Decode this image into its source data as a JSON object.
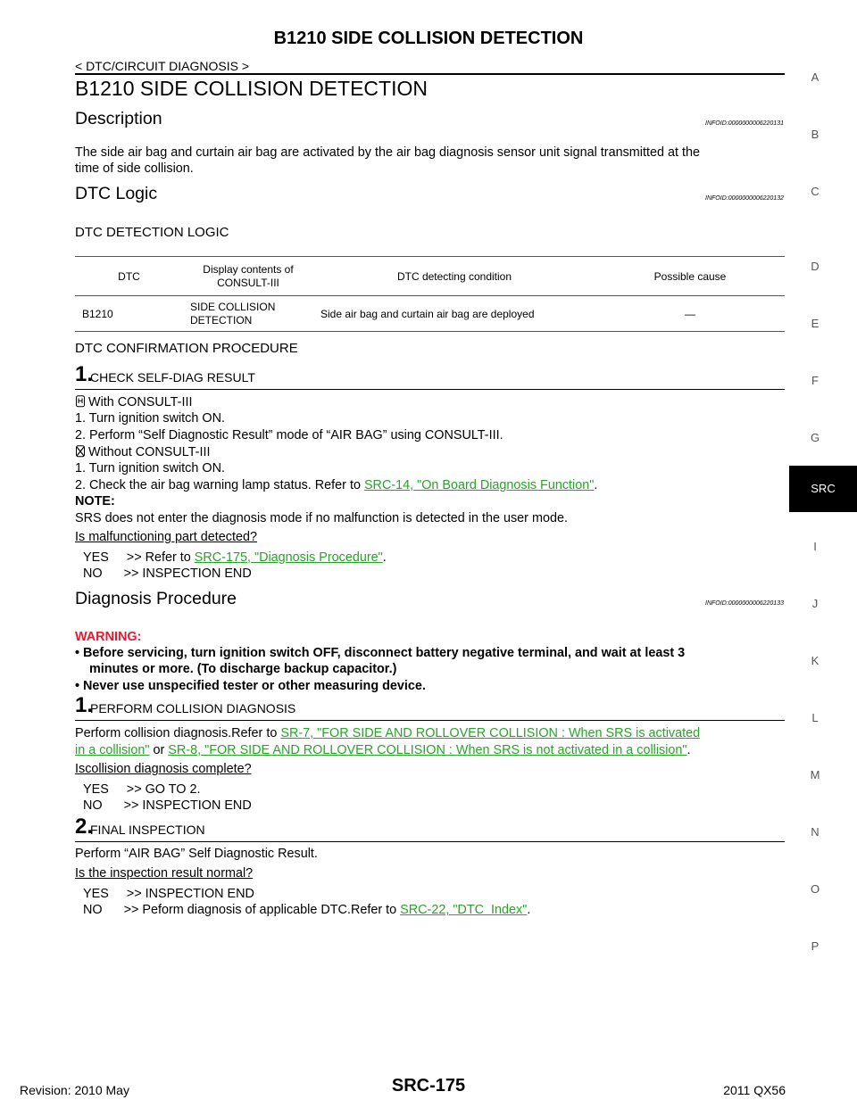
{
  "header": {
    "title": "B1210 SIDE COLLISION DETECTION",
    "breadcrumb": "< DTC/CIRCUIT DIAGNOSIS >"
  },
  "page_heading": "B1210 SIDE COLLISION DETECTION",
  "description": {
    "heading": "Description",
    "infoid": "INFOID:0000000006220131",
    "text_line1": "The side air bag and curtain air bag are activated by the air bag diagnosis sensor unit signal transmitted at the",
    "text_line2": "time of side collision."
  },
  "dtc_logic": {
    "heading": "DTC Logic",
    "infoid": "INFOID:0000000006220132",
    "subheading": "DTC DETECTION LOGIC",
    "table": {
      "headers": [
        "DTC",
        "Display contents of CONSULT-III",
        "DTC detecting condition",
        "Possible cause"
      ],
      "header_col2_line1": "Display contents of",
      "header_col2_line2": "CONSULT-III",
      "row": {
        "dtc": "B1210",
        "display_line1": "SIDE COLLISION",
        "display_line2": "DETECTION",
        "condition": "Side air bag and curtain air bag are deployed",
        "cause": "—"
      }
    },
    "confirmation_heading": "DTC CONFIRMATION PROCEDURE",
    "step1": {
      "num": "1.",
      "title": "CHECK SELF-DIAG RESULT",
      "with_label": "With CONSULT-III",
      "with_1": "1.   Turn ignition switch ON.",
      "with_2": "2.   Perform “Self Diagnostic Result” mode of “AIR BAG” using CONSULT-III.",
      "without_label": "Without CONSULT-III",
      "without_1": "1.   Turn ignition switch ON.",
      "without_2_pre": "2.   Check the air bag warning lamp status. Refer to ",
      "without_2_link": "SRC-14, \"On Board Diagnosis Function\"",
      "without_2_post": ".",
      "note_label": "NOTE:",
      "note_text": "SRS does not enter the diagnosis mode if no malfunction is detected in the user mode.",
      "question": "Is malfunctioning part detected?",
      "yes_pre": "YES     >> Refer to ",
      "yes_link": "SRC-175, \"Diagnosis Procedure\"",
      "yes_post": ".",
      "no": "NO      >> INSPECTION END"
    }
  },
  "diagnosis": {
    "heading": "Diagnosis Procedure",
    "infoid": "INFOID:0000000006220133",
    "warning_label": "WARNING:",
    "warn1_line1": "•  Before servicing, turn ignition switch OFF, disconnect battery negative terminal, and wait at least 3",
    "warn1_line2": "minutes or more. (To discharge backup capacitor.)",
    "warn2": "•  Never use unspecified tester or other measuring device.",
    "step1": {
      "num": "1.",
      "title": "PERFORM COLLISION DIAGNOSIS",
      "text_pre": "Perform collision diagnosis.Refer to ",
      "link1_a": "SR-7, \"FOR SIDE AND ROLLOVER COLLISION : When SRS is activated",
      "link1_b": "in a collision\"",
      "text_mid": " or ",
      "link2": "SR-8, \"FOR SIDE AND ROLLOVER COLLISION : When SRS is not activated in a collision\"",
      "text_post": ".",
      "question": "Iscollision diagnosis complete?",
      "yes": "YES     >> GO TO 2.",
      "no": "NO      >> INSPECTION END"
    },
    "step2": {
      "num": "2.",
      "title": "FINAL INSPECTION",
      "text": "Perform “AIR BAG” Self Diagnostic Result.",
      "question": "Is the inspection result normal?",
      "yes": "YES     >> INSPECTION END",
      "no_pre": "NO      >> Peform diagnosis of applicable DTC.Refer to ",
      "no_link": "SRC-22, \"DTC  Index\"",
      "no_post": "."
    }
  },
  "side_index": [
    "A",
    "B",
    "C",
    "D",
    "E",
    "F",
    "G",
    "SRC",
    "I",
    "J",
    "K",
    "L",
    "M",
    "N",
    "O",
    "P"
  ],
  "footer": {
    "revision": "Revision: 2010 May",
    "page": "SRC-175",
    "model": "2011 QX56"
  },
  "colors": {
    "link": "#2aa22a",
    "warning": "#e5192f",
    "active_tab": "#000000"
  },
  "icons": [
    "consult-connected-icon",
    "consult-not-connected-icon"
  ]
}
